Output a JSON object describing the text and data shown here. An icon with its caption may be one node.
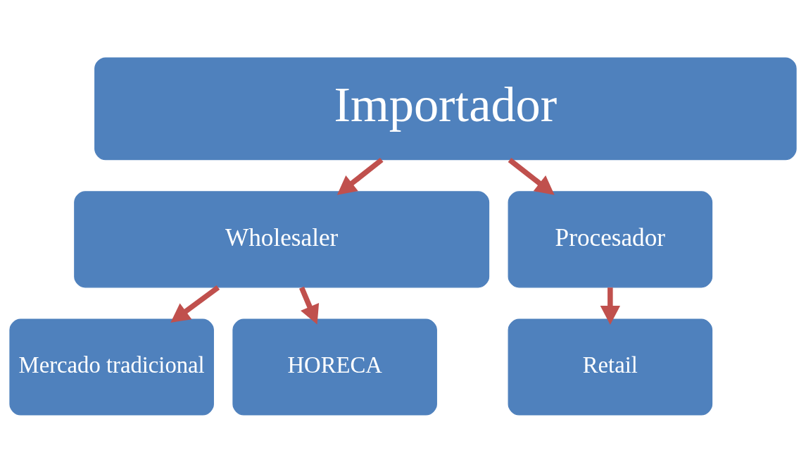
{
  "diagram": {
    "nodes": [
      {
        "text": [
          "Importador"
        ]
      },
      {
        "text": [
          "Wholesaler"
        ]
      },
      {
        "text": [
          "Procesador"
        ]
      },
      {
        "text": [
          "Mercado tradicional"
        ]
      },
      {
        "text": [
          "HORECA"
        ]
      },
      {
        "text": [
          "Retail"
        ]
      }
    ],
    "edges": [
      {
        "from": 0,
        "to": 1,
        "arrow": "to"
      },
      {
        "from": 0,
        "to": 2,
        "arrow": "to"
      },
      {
        "from": 1,
        "to": 3,
        "arrow": "to"
      },
      {
        "from": 1,
        "to": 4,
        "arrow": "to"
      },
      {
        "from": 2,
        "to": 5,
        "arrow": "to"
      }
    ]
  }
}
